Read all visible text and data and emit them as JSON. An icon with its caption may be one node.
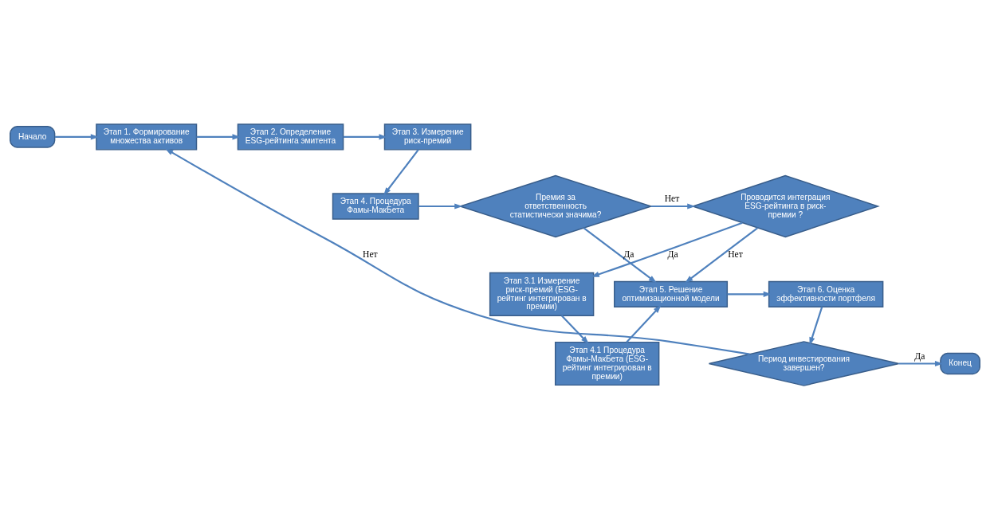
{
  "diagram": {
    "nodes": [
      {
        "text": [
          "Начало"
        ]
      },
      {
        "text": [
          "Этап 1. Формирование множества активов"
        ]
      },
      {
        "text": [
          "Этап 2. Определение ESG-рейтинга эмитента"
        ]
      },
      {
        "text": [
          "Этап 3. Измерение риск-премий"
        ]
      },
      {
        "text": [
          "Этап 4. Процедура Фамы-МакБета"
        ]
      },
      {
        "text": [
          "Премия за ответственность статистически значима?"
        ]
      },
      {
        "text": [
          "Проводится интеграция ESG-рейтинга в риск-премии ?"
        ]
      },
      {
        "text": [
          "Этап 3.1 Измерение риск-премий (ESG-рейтинг интегрирован в премии)"
        ]
      },
      {
        "text": [
          "Этап 4.1 Процедура Фамы-МакБета (ESG-рейтинг интегрирован в премии)"
        ]
      },
      {
        "text": [
          "Этап 5. Решение оптимизационной модели"
        ]
      },
      {
        "text": [
          "Этап 6. Оценка эффективности портфеля"
        ]
      },
      {
        "text": [
          "Период инвестирования завершен?"
        ]
      },
      {
        "text": [
          "Конец"
        ]
      }
    ],
    "edges": [
      {
        "from": 0,
        "to": 1,
        "arrow": "to"
      },
      {
        "from": 1,
        "to": 2,
        "arrow": "to"
      },
      {
        "from": 2,
        "to": 3,
        "arrow": "to"
      },
      {
        "from": 3,
        "to": 4,
        "arrow": "to"
      },
      {
        "from": 4,
        "to": 5,
        "arrow": "to"
      },
      {
        "from": 5,
        "to": 6,
        "arrow": "to",
        "label": "Нет"
      },
      {
        "from": 5,
        "to": 9,
        "arrow": "to",
        "label": "Да"
      },
      {
        "from": 6,
        "to": 9,
        "arrow": "to",
        "label": "Нет"
      },
      {
        "from": 6,
        "to": 7,
        "arrow": "to",
        "label": "Да"
      },
      {
        "from": 7,
        "to": 8,
        "arrow": "to"
      },
      {
        "from": 8,
        "to": 9,
        "arrow": "to"
      },
      {
        "from": 9,
        "to": 10,
        "arrow": "to"
      },
      {
        "from": 10,
        "to": 11,
        "arrow": "to"
      },
      {
        "from": 11,
        "to": 12,
        "arrow": "to",
        "label": "Да"
      },
      {
        "from": 11,
        "to": 1,
        "arrow": "to",
        "label": "Нет"
      }
    ]
  }
}
